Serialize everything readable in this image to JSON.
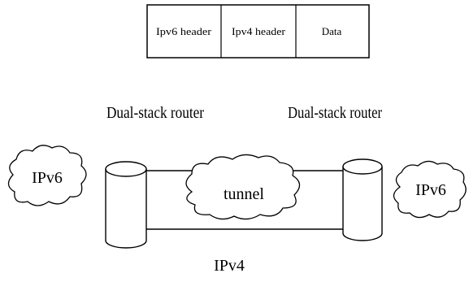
{
  "packet": {
    "cells": [
      "Ipv6 header",
      "Ipv4 header",
      "Data"
    ]
  },
  "routers": {
    "left_label": "Dual-stack router",
    "right_label": "Dual-stack router"
  },
  "networks": {
    "left_cloud": "IPv6",
    "right_cloud": "IPv6",
    "tunnel": "tunnel",
    "bottom_label": "IPv4"
  },
  "colors": {
    "stroke": "#000000",
    "background": "#ffffff"
  }
}
